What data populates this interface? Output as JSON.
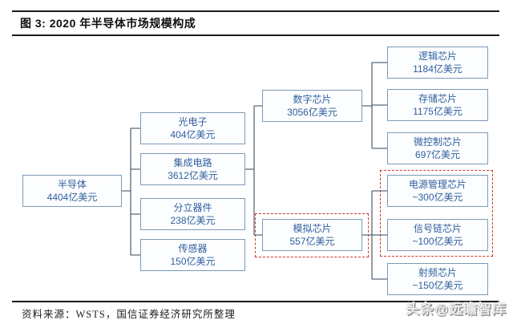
{
  "figure": {
    "title": "图 3: 2020 年半导体市场规模构成",
    "source": "资料来源：WSTS，国信证券经济研究所整理",
    "watermark": "头条@远瞻智库"
  },
  "colors": {
    "rule": "#1c1c1c",
    "box_border": "#7d9ab8",
    "box_text": "#2f5f9f",
    "connector": "#5a6977",
    "highlight_dashed": "#cb382d"
  },
  "nodes": {
    "semiconductor": {
      "label": "半导体",
      "value": "4404亿美元"
    },
    "optoelectronics": {
      "label": "光电子",
      "value": "404亿美元"
    },
    "ic": {
      "label": "集成电路",
      "value": "3612亿美元"
    },
    "discrete": {
      "label": "分立器件",
      "value": "238亿美元"
    },
    "sensor": {
      "label": "传感器",
      "value": "150亿美元"
    },
    "digital": {
      "label": "数字芯片",
      "value": "3056亿美元"
    },
    "analog": {
      "label": "模拟芯片",
      "value": "557亿美元"
    },
    "logic": {
      "label": "逻辑芯片",
      "value": "1184亿美元"
    },
    "memory": {
      "label": "存储芯片",
      "value": "1175亿美元"
    },
    "mcu": {
      "label": "微控制芯片",
      "value": "697亿美元"
    },
    "pmic": {
      "label": "电源管理芯片",
      "value": "~300亿美元"
    },
    "signal_chain": {
      "label": "信号链芯片",
      "value": "~100亿美元"
    },
    "rf": {
      "label": "射频芯片",
      "value": "~150亿美元"
    }
  }
}
